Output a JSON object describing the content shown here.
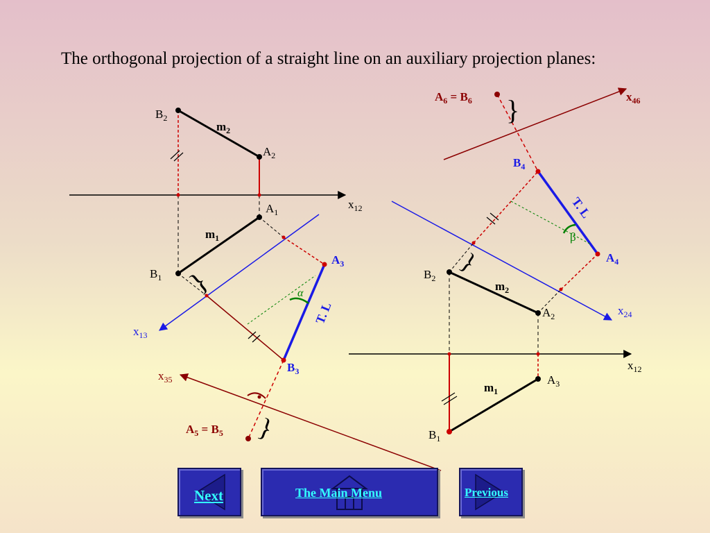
{
  "heading": "The orthogonal projection of a straight line on an auxiliary projection planes:",
  "left_view": {
    "B2": {
      "main": "B",
      "sub": "2"
    },
    "A2": {
      "main": "A",
      "sub": "2"
    },
    "m2": {
      "main": "m",
      "sub": "2"
    },
    "x12": {
      "main": "x",
      "sub": "12"
    },
    "A1": {
      "main": "A",
      "sub": "1"
    },
    "B1": {
      "main": "B",
      "sub": "1"
    },
    "m1": {
      "main": "m",
      "sub": "1"
    },
    "A3": {
      "main": "A",
      "sub": "3"
    },
    "B3": {
      "main": "B",
      "sub": "3"
    },
    "x13": {
      "main": "x",
      "sub": "13"
    },
    "x35": {
      "main": "x",
      "sub": "35"
    },
    "alpha": "α",
    "true_length": "T. L",
    "A5B5": {
      "a": "A",
      "a_sub": "5",
      "eq": " = ",
      "b": "B",
      "b_sub": "5"
    }
  },
  "right_view": {
    "A6B6": {
      "a": "A",
      "a_sub": "6",
      "eq": " = ",
      "b": "B",
      "b_sub": "6"
    },
    "x46": {
      "main": "x",
      "sub": "46"
    },
    "B4": {
      "main": "B",
      "sub": "4"
    },
    "A4": {
      "main": "A",
      "sub": "4"
    },
    "beta": "β",
    "true_length": "T. L",
    "B2": {
      "main": "B",
      "sub": "2"
    },
    "m2": {
      "main": "m",
      "sub": "2"
    },
    "A2": {
      "main": "A",
      "sub": "2"
    },
    "x24": {
      "main": "x",
      "sub": "24"
    },
    "x12": {
      "main": "x",
      "sub": "12"
    },
    "A3": {
      "main": "A",
      "sub": "3"
    },
    "m1": {
      "main": "m",
      "sub": "1"
    },
    "B1": {
      "main": "B",
      "sub": "1"
    }
  },
  "nav": {
    "next": "Next",
    "main_menu": "The Main Menu",
    "previous": "Previous"
  },
  "colors": {
    "projection_line": "#1a1ae6",
    "auxiliary_axis": "#8b0000",
    "true_length": "#1a1ae6",
    "construction": "#cc0000",
    "angle_arc": "#008000",
    "nav_text": "#33ffff",
    "nav_button": "#2b2bb0"
  }
}
